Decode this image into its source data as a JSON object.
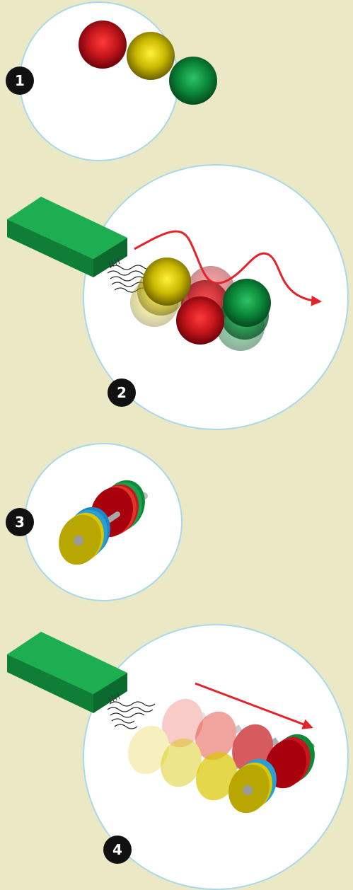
{
  "steps": [
    {
      "number": "1"
    },
    {
      "number": "2"
    },
    {
      "number": "3"
    },
    {
      "number": "4"
    }
  ],
  "colors": {
    "background": "#ebe9c5",
    "circle_fill": "#ffffff",
    "circle_stroke": "#a9d8ec",
    "red": "#c4161c",
    "yellow": "#c9b800",
    "green": "#0b8a3a",
    "blue": "#2a9fd6",
    "laser_body": "#119a46",
    "arrow": "#e3232a"
  },
  "icons": {
    "panel1": [
      "red-sphere-icon",
      "yellow-sphere-icon",
      "green-sphere-icon"
    ],
    "panel2": [
      "laser-device-icon",
      "light-waves-icon",
      "particle-cluster-icon",
      "trajectory-arrow-icon"
    ],
    "panel3": [
      "molecule-dumbbell-icon"
    ],
    "panel4": [
      "laser-device-icon",
      "light-waves-icon",
      "molecule-motion-sequence-icon",
      "direction-arrow-icon"
    ]
  }
}
